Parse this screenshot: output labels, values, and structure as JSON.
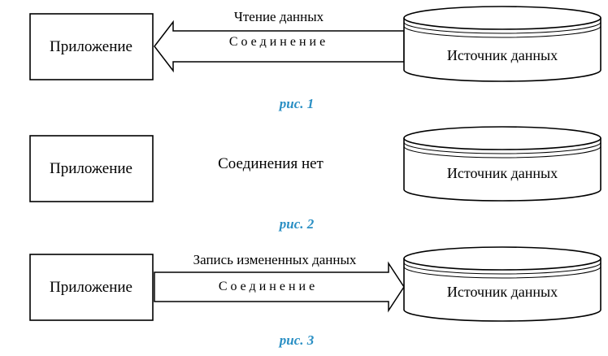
{
  "colors": {
    "line": "#000000",
    "caption": "#2a8fc4",
    "background": "#ffffff"
  },
  "figures": [
    {
      "app_label": "Приложение",
      "source_label": "Источник данных",
      "top_label": "Чтение данных",
      "conn_label": "Соединение",
      "caption": "рис. 1",
      "arrow": "to-app"
    },
    {
      "app_label": "Приложение",
      "source_label": "Источник данных",
      "status_label": "Соединения нет",
      "caption": "рис. 2",
      "arrow": "none"
    },
    {
      "app_label": "Приложение",
      "source_label": "Источник данных",
      "top_label": "Запись измененных данных",
      "conn_label": "Соединение",
      "caption": "рис. 3",
      "arrow": "to-source"
    }
  ]
}
